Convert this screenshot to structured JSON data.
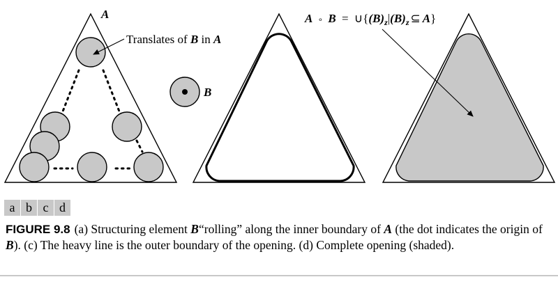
{
  "panel_a": {
    "set_label": "A",
    "annotation_label_prefix": "Translates of ",
    "annotation_label_var": "B",
    "annotation_label_suffix": " in ",
    "annotation_label_var2": "A"
  },
  "panel_b": {
    "element_label": "B"
  },
  "panel_d": {
    "formula": {
      "lhs_a": "A",
      "op": "∘",
      "lhs_b": "B",
      "eq": "=",
      "union": "∪{",
      "b1": "(B)",
      "z1": "z",
      "bar": "|",
      "b2": "(B)",
      "z2": "z",
      "subset": "⊆",
      "rhs_a": "A",
      "close": "}"
    }
  },
  "panel_tags": [
    "a",
    "b",
    "c",
    "d"
  ],
  "caption": {
    "figure_label": "FIGURE 9.8",
    "seg1": "(a) Structuring element ",
    "var1": "B",
    "seg2": "“rolling” along the inner boundary of ",
    "var2": "A",
    "seg3": " (the dot indicates the origin of ",
    "var3": "B",
    "seg4": "). (c) The heavy line is the outer boundary of the opening. (d) Complete opening (shaded)."
  },
  "colors": {
    "fill_gray": "#c8c8c8",
    "stroke": "#000000",
    "tag_bg": "#c8c8c8"
  }
}
